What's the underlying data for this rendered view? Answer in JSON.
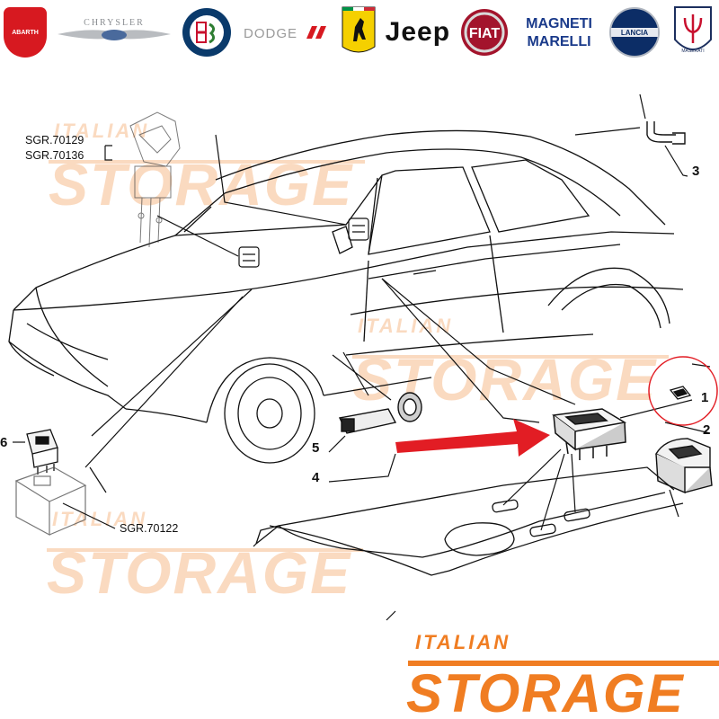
{
  "brands": [
    {
      "name": "ABARTH",
      "color": "#d71920"
    },
    {
      "name": "CHRYSLER",
      "color": "#8a8d91"
    },
    {
      "name": "ALFA ROMEO",
      "color": "#0a3a6b"
    },
    {
      "name": "DODGE",
      "color": "#9a9a9a"
    },
    {
      "name": "Ferrari",
      "color": "#f5d000"
    },
    {
      "name": "Jeep",
      "color": "#111111"
    },
    {
      "name": "FIAT",
      "color": "#a3142c"
    },
    {
      "name": "MAGNETI MARELLI",
      "color": "#1a3a8a"
    },
    {
      "name": "LANCIA",
      "color": "#0c2d66"
    },
    {
      "name": "MASERATI",
      "color": "#1c2f5e"
    }
  ],
  "refs": {
    "sgr1": "SGR.70129",
    "sgr2": "SGR.70136",
    "sgr3": "SGR.70122"
  },
  "callouts": {
    "c1": "1",
    "c2": "2",
    "c3": "3",
    "c4": "4",
    "c5": "5",
    "c6": "6"
  },
  "watermark": {
    "line1": "ITALIAN",
    "line2": "STORAGE",
    "color": "#f07d22"
  },
  "highlight_color": "#e21d24"
}
